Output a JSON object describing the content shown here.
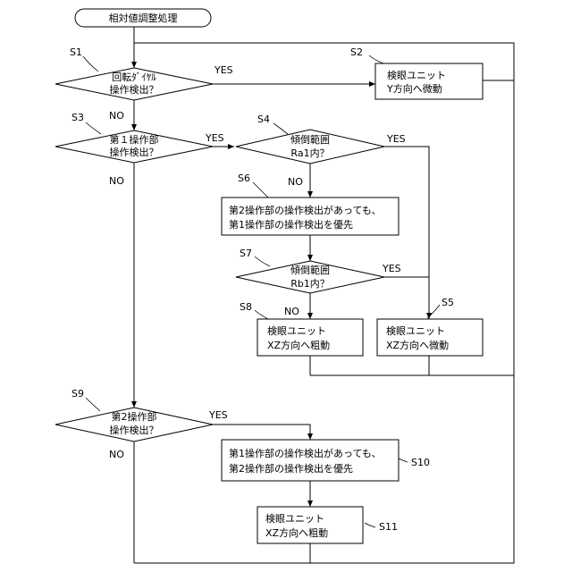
{
  "title": "相対値調整処理",
  "steps": {
    "s1": {
      "id": "S1",
      "lines": [
        "回転ﾀﾞｲﾔﾙ",
        "操作検出？"
      ]
    },
    "s2": {
      "id": "S2",
      "lines": [
        "検眼ユニット",
        "Y方向へ微動"
      ]
    },
    "s3": {
      "id": "S3",
      "lines": [
        "第１操作部",
        "操作検出？"
      ]
    },
    "s4": {
      "id": "S4",
      "lines": [
        "傾倒範囲",
        "Ra1内？"
      ]
    },
    "s5": {
      "id": "S5",
      "lines": [
        "検眼ユニット",
        "XZ方向へ微動"
      ]
    },
    "s6": {
      "id": "S6",
      "lines": [
        "第2操作部の操作検出があっても、",
        "第1操作部の操作検出を優先"
      ]
    },
    "s7": {
      "id": "S7",
      "lines": [
        "傾倒範囲",
        "Rb1内？"
      ]
    },
    "s8": {
      "id": "S8",
      "lines": [
        "検眼ユニット",
        "XZ方向へ粗動"
      ]
    },
    "s9": {
      "id": "S9",
      "lines": [
        "第2操作部",
        "操作検出？"
      ]
    },
    "s10": {
      "id": "S10",
      "lines": [
        "第1操作部の操作検出があっても、",
        "第2操作部の操作検出を優先"
      ]
    },
    "s11": {
      "id": "S11",
      "lines": [
        "検眼ユニット",
        "XZ方向へ粗動"
      ]
    }
  },
  "labels": {
    "yes": "YES",
    "no": "NO"
  }
}
